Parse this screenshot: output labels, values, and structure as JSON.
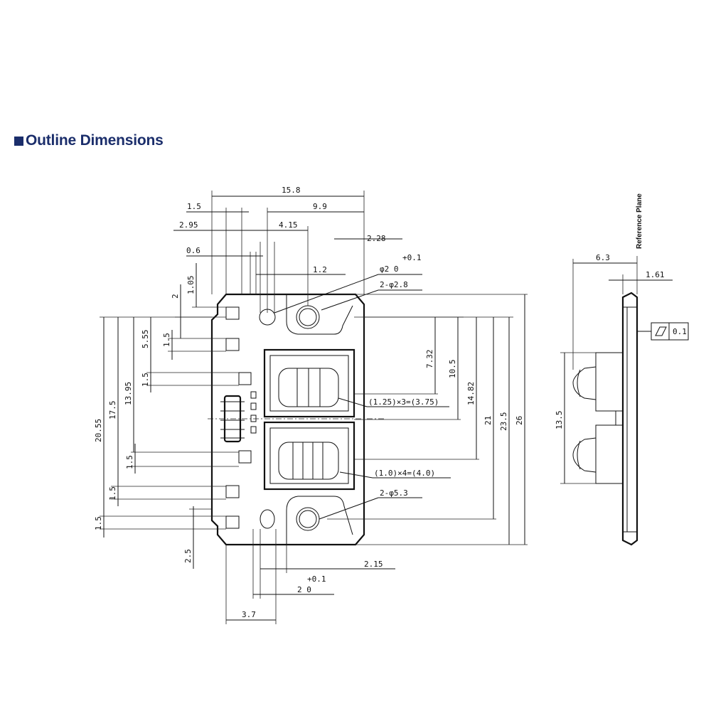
{
  "title": "Outline Dimensions",
  "dims": {
    "d15_8": "15.8",
    "d1_5_top": "1.5",
    "d9_9": "9.9",
    "d2_95": "2.95",
    "d4_15": "4.15",
    "d2_28": "2.28",
    "d0_6": "0.6",
    "dphi2_tol": "+0.1",
    "dphi2": "φ2  0",
    "d1_2": "1.2",
    "d1_05": "1.05",
    "d2": "2",
    "d2phi2_8": "2-φ2.8",
    "d5_55": "5.55",
    "d1_5_a": "1.5",
    "d1_5_b": "1.5",
    "d1_5_c": "1.5",
    "d1_5_d": "1.5",
    "d1_5_e": "1.5",
    "d20_55": "20.55",
    "d17_5": "17.5",
    "d13_95": "13.95",
    "d7_32": "7.32",
    "d10_5": "10.5",
    "d14_82": "14.82",
    "d21": "21",
    "d23_5": "23.5",
    "d26": "26",
    "pitch1": "(1.25)×3=(3.75)",
    "pitch2": "(1.0)×4=(4.0)",
    "d2phi5_3": "2-φ5.3",
    "d2_5": "2.5",
    "d2_15": "2.15",
    "d20_tol": "+0.1",
    "d20": "2  0",
    "d3_7": "3.7",
    "d6_3": "6.3",
    "d1_61": "1.61",
    "d13_5": "13.5",
    "flatness": "0.1",
    "reference_plane": "Reference Plane"
  }
}
